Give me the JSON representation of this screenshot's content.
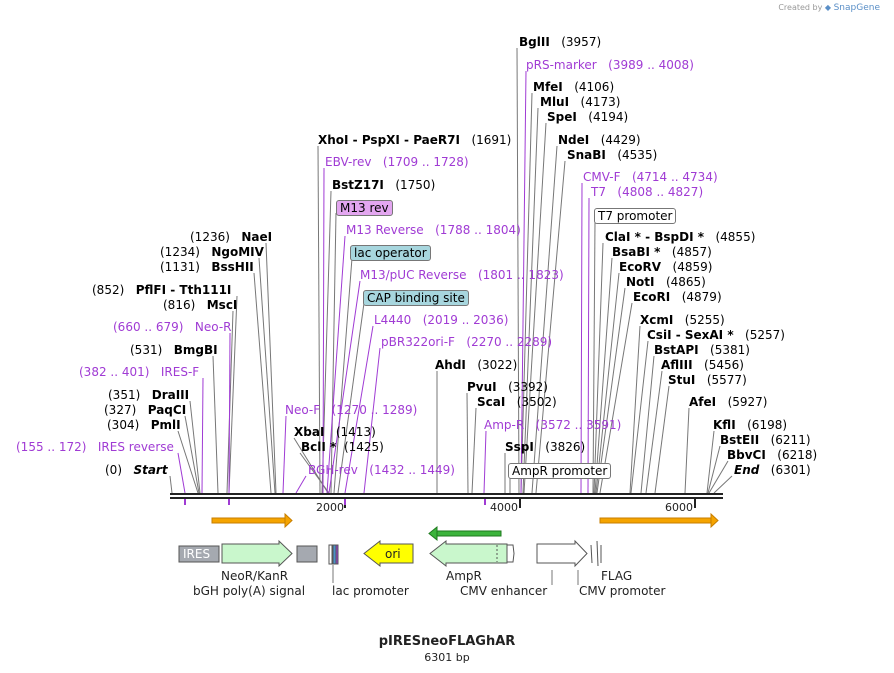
{
  "credit": {
    "prefix": "Created by",
    "brand": "SnapGene"
  },
  "plasmid": {
    "name": "pIRESneoFLAGhAR",
    "length": "6301 bp"
  },
  "scale": {
    "ticks": [
      "2000",
      "4000",
      "6000"
    ]
  },
  "sites": [
    {
      "name": "BglII",
      "pos": "(3957)"
    },
    {
      "name": "MfeI",
      "pos": "(4106)"
    },
    {
      "name": "MluI",
      "pos": "(4173)"
    },
    {
      "name": "SpeI",
      "pos": "(4194)"
    },
    {
      "name": "NdeI",
      "pos": "(4429)"
    },
    {
      "name": "SnaBI",
      "pos": "(4535)"
    },
    {
      "name": "XhoI  - PspXI  - PaeR7I",
      "pos": "(1691)"
    },
    {
      "name": "BstZ17I",
      "pos": "(1750)"
    },
    {
      "name": "NaeI",
      "pos": "(1236)"
    },
    {
      "name": "NgoMIV",
      "pos": "(1234)"
    },
    {
      "name": "BssHII",
      "pos": "(1131)"
    },
    {
      "name": "PflFI  - Tth111I",
      "pos": "(852)"
    },
    {
      "name": "MscI",
      "pos": "(816)"
    },
    {
      "name": "BmgBI",
      "pos": "(531)"
    },
    {
      "name": "DraIII",
      "pos": "(351)"
    },
    {
      "name": "PaqCI",
      "pos": "(327)"
    },
    {
      "name": "PmlI",
      "pos": "(304)"
    },
    {
      "name": "Start",
      "pos": "(0)"
    },
    {
      "name": "XbaI",
      "pos": "(1413)"
    },
    {
      "name": "BclI *",
      "pos": "(1425)"
    },
    {
      "name": "AhdI",
      "pos": "(3022)"
    },
    {
      "name": "PvuI",
      "pos": "(3392)"
    },
    {
      "name": "ScaI",
      "pos": "(3502)"
    },
    {
      "name": "SspI",
      "pos": "(3826)"
    },
    {
      "name": "ClaI *  - BspDI *",
      "pos": "(4855)"
    },
    {
      "name": "BsaBI *",
      "pos": "(4857)"
    },
    {
      "name": "EcoRV",
      "pos": "(4859)"
    },
    {
      "name": "NotI",
      "pos": "(4865)"
    },
    {
      "name": "EcoRI",
      "pos": "(4879)"
    },
    {
      "name": "XcmI",
      "pos": "(5255)"
    },
    {
      "name": "CsiI  - SexAI *",
      "pos": "(5257)"
    },
    {
      "name": "BstAPI",
      "pos": "(5381)"
    },
    {
      "name": "AflIII",
      "pos": "(5456)"
    },
    {
      "name": "StuI",
      "pos": "(5577)"
    },
    {
      "name": "AfeI",
      "pos": "(5927)"
    },
    {
      "name": "KflI",
      "pos": "(6198)"
    },
    {
      "name": "BstEII",
      "pos": "(6211)"
    },
    {
      "name": "BbvCI",
      "pos": "(6218)"
    },
    {
      "name": "End",
      "pos": "(6301)"
    }
  ],
  "primers": [
    {
      "name": "pRS-marker",
      "range": "(3989 .. 4008)"
    },
    {
      "name": "EBV-rev",
      "range": "(1709 .. 1728)"
    },
    {
      "name": "M13 Reverse",
      "range": "(1788 .. 1804)"
    },
    {
      "name": "M13/pUC Reverse",
      "range": "(1801 .. 1823)"
    },
    {
      "name": "L4440",
      "range": "(2019 .. 2036)"
    },
    {
      "name": "pBR322ori-F",
      "range": "(2270 .. 2289)"
    },
    {
      "name": "Neo-R",
      "range": "(660 .. 679)"
    },
    {
      "name": "IRES-F",
      "range": "(382 .. 401)"
    },
    {
      "name": "IRES reverse",
      "range": "(155 .. 172)"
    },
    {
      "name": "Neo-F",
      "range": "(1270 .. 1289)"
    },
    {
      "name": "BGH-rev",
      "range": "(1432 .. 1449)"
    },
    {
      "name": "Amp-R",
      "range": "(3572 .. 3591)"
    },
    {
      "name": "CMV-F",
      "range": "(4714 .. 4734)"
    },
    {
      "name": "T7",
      "range": "(4808 .. 4827)"
    }
  ],
  "boxed": {
    "m13rev": "M13 rev",
    "lacop": "lac operator",
    "cap": "CAP binding site",
    "t7prom": "T7 promoter",
    "amprprom": "AmpR promoter"
  },
  "features": {
    "ires": "IRES",
    "ori": "ori",
    "neo": "NeoR/KanR",
    "bgh": "bGH poly(A) signal",
    "lac": "lac promoter",
    "ampr": "AmpR",
    "cmvenh": "CMV enhancer",
    "flag": "FLAG",
    "cmvprom": "CMV promoter"
  },
  "colors": {
    "primer": "#a03bd4",
    "m13rev_fill": "#e3a6f0",
    "lac_fill": "#a7d6de",
    "orf_fill": "#c9f7cc",
    "ori_fill": "#ffff00",
    "ires_fill": "#a5a9b0",
    "orange_arrow": "#f5a400",
    "green_arrow": "#3cb43c"
  }
}
